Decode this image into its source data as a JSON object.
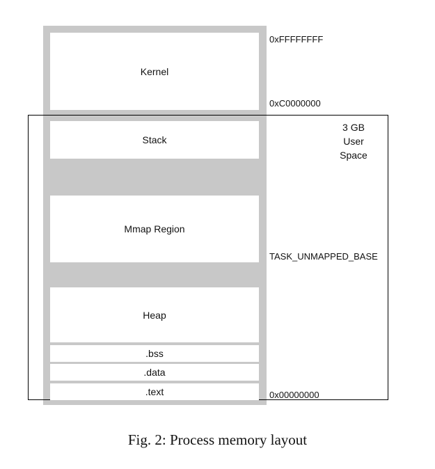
{
  "segments": {
    "kernel": "Kernel",
    "stack": "Stack",
    "mmap": "Mmap Region",
    "heap": "Heap",
    "bss": ".bss",
    "data": ".data",
    "text": ".text"
  },
  "addresses": {
    "top": "0xFFFFFFFF",
    "kernel_boundary": "0xC0000000",
    "task_unmapped_base": "TASK_UNMAPPED_BASE",
    "bottom": "0x00000000"
  },
  "user_space_label": [
    "3 GB",
    "User",
    "Space"
  ],
  "caption": "Fig. 2: Process memory layout",
  "colors": {
    "column_gray": "#c8c8c8",
    "segment_fill": "#ffffff",
    "border": "#000000"
  }
}
